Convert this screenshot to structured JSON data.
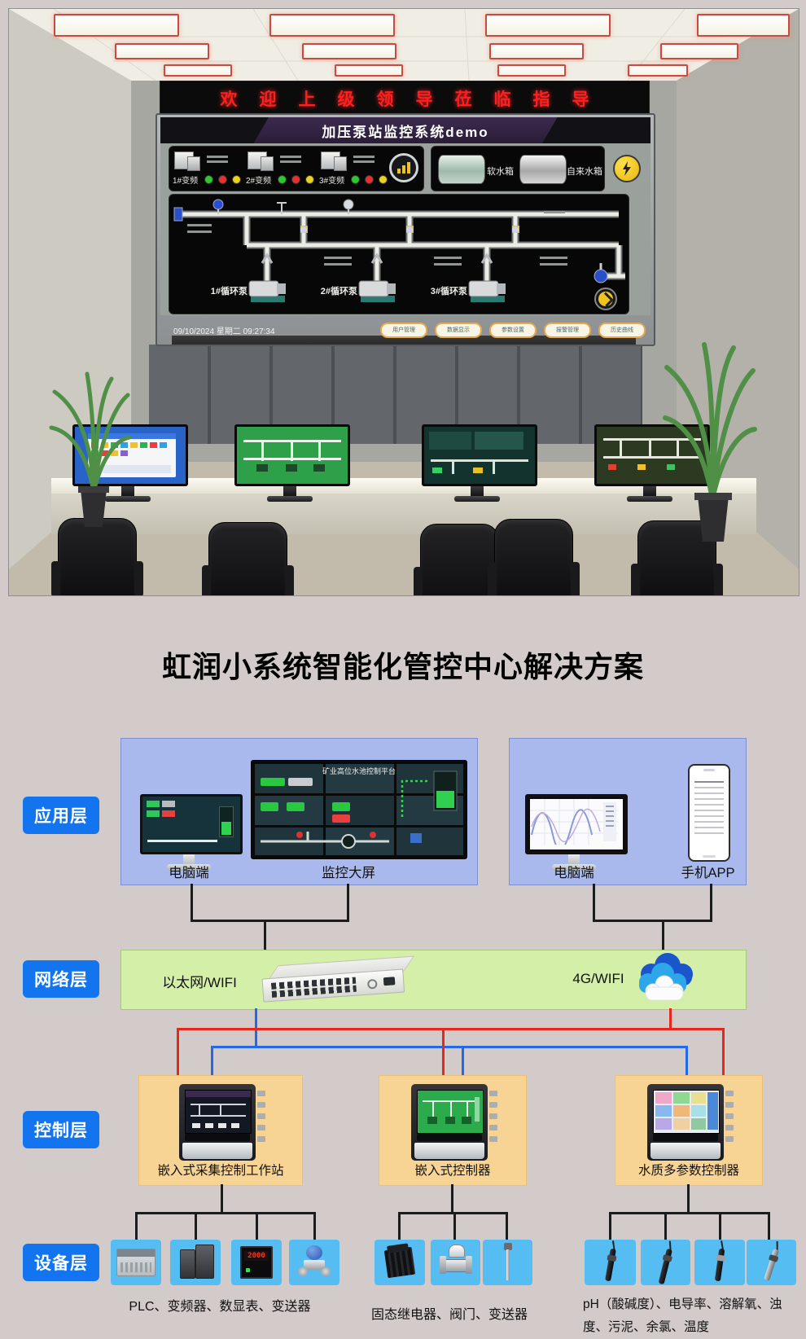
{
  "page_title": "虹润小系统智能化管控中心解决方案",
  "photo": {
    "led_banner": "欢迎上级领导莅临指导",
    "screen": {
      "title": "加压泵站监控系统demo",
      "vfd_labels": [
        "1#变频",
        "2#变频",
        "3#变频"
      ],
      "tank_labels": [
        "软水箱",
        "自来水箱"
      ],
      "pump_labels": [
        "1#循环泵",
        "2#循环泵",
        "3#循环泵"
      ],
      "datetime": "09/10/2024 星期二 09:27:34",
      "buttons": [
        "用户管理",
        "数据显示",
        "参数设置",
        "报警管理",
        "历史曲线"
      ]
    }
  },
  "layers": {
    "app": {
      "label": "应用层",
      "left_group": {
        "wall_title": "矿业高位水池控制平台",
        "items": [
          {
            "label": "电脑端"
          },
          {
            "label": "监控大屏"
          }
        ]
      },
      "right_group": {
        "items": [
          {
            "label": "电脑端"
          },
          {
            "label": "手机APP"
          }
        ]
      }
    },
    "network": {
      "label": "网络层",
      "items": [
        {
          "label": "以太网/WIFI"
        },
        {
          "label": "4G/WIFI"
        }
      ]
    },
    "control": {
      "label": "控制层",
      "items": [
        {
          "label": "嵌入式采集控制工作站"
        },
        {
          "label": "嵌入式控制器"
        },
        {
          "label": "水质多参数控制器"
        }
      ]
    },
    "device": {
      "label": "设备层",
      "groups": [
        {
          "caption": "PLC、变频器、数显表、变送器",
          "meter_reading": "2000"
        },
        {
          "caption": "固态继电器、阀门、变送器"
        },
        {
          "caption": "pH（酸碱度）、电导率、溶解氧、浊度、污泥、余氯、温度"
        }
      ]
    }
  },
  "colors": {
    "accent_blue": "#1374f0",
    "app_box": "#aab9ed",
    "network_box": "#d4f0a8",
    "control_box": "#f7d493",
    "device_box": "#55bdf2",
    "line_red": "#e8271c",
    "line_blue": "#2268e8",
    "led_text": "#ff1f1f"
  }
}
